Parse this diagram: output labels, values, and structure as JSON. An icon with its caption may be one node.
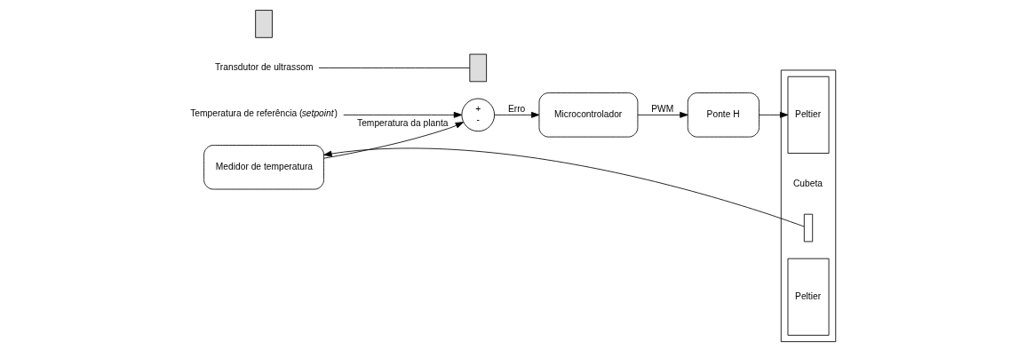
{
  "diagram": {
    "nodes": [
      {
        "text": [
          "Temperatura de referência (*setpoint*)"
        ]
      },
      {
        "text": [
          "+",
          "-"
        ]
      },
      {
        "text": [
          "Microcontrolador"
        ]
      },
      {
        "text": [
          "Ponte H"
        ]
      },
      {
        "text": [],
        "shape": "box"
      },
      {
        "text": [
          "Peltier"
        ],
        "in": 4
      },
      {
        "text": [],
        "shape": "box"
      },
      {
        "text": [
          "Cubeta"
        ],
        "in": 4
      },
      {
        "text": [],
        "shape": "box",
        "in": 4
      },
      {
        "text": [
          "Peltier"
        ],
        "in": 4
      },
      {
        "text": [],
        "shape": "box"
      },
      {
        "text": [
          "Transdutor de ultrassom"
        ]
      },
      {
        "text": [
          "Medidor de temperatura"
        ]
      }
    ],
    "edges": [
      {
        "from": 0,
        "to": 1,
        "arrow": "to"
      },
      {
        "from": 1,
        "to": 2,
        "arrow": "to",
        "label": "Erro"
      },
      {
        "from": 2,
        "to": 3,
        "arrow": "to",
        "label": "PWM"
      },
      {
        "from": 3,
        "to": 5,
        "arrow": "to"
      },
      {
        "from": 8,
        "to": 12,
        "arrow": "to"
      },
      {
        "from": 12,
        "to": 1,
        "arrow": "to",
        "label": "Temperatura da planta"
      },
      {
        "from": 11,
        "to": 6,
        "arrow": "none"
      }
    ]
  }
}
